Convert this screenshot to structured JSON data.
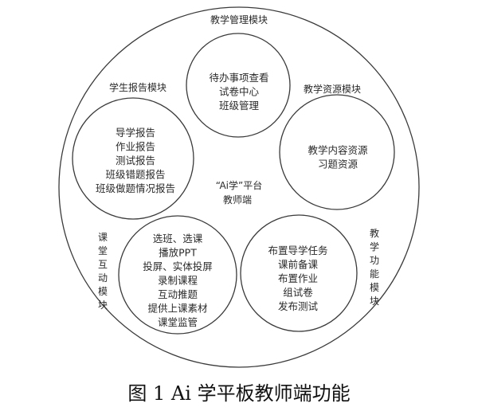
{
  "diagram": {
    "center": {
      "lines": [
        "“Ai学”平台",
        "教师端"
      ]
    },
    "modules": [
      {
        "id": "teaching-management",
        "title": "教学管理模块",
        "items": [
          "待办事项查看",
          "试卷中心",
          "班级管理"
        ]
      },
      {
        "id": "teaching-resources",
        "title": "教学资源模块",
        "items": [
          "教学内容资源",
          "习题资源"
        ]
      },
      {
        "id": "teaching-functions",
        "title": "教学功能模块",
        "items": [
          "布置导学任务",
          "课前备课",
          "布置作业",
          "组试卷",
          "发布测试"
        ]
      },
      {
        "id": "classroom-interaction",
        "title": "课堂互动模块",
        "items": [
          "选班、选课",
          "播放PPT",
          "投屏、实体投屏",
          "录制课程",
          "互动推题",
          "提供上课素材",
          "课堂监管"
        ]
      },
      {
        "id": "student-reports",
        "title": "学生报告模块",
        "items": [
          "导学报告",
          "作业报告",
          "测试报告",
          "班级错题报告",
          "班级做题情况报告"
        ]
      }
    ]
  },
  "caption": "图 1 Ai 学平板教师端功能",
  "colors": {
    "line": "#3a3a3a",
    "text": "#2a2a2a"
  }
}
